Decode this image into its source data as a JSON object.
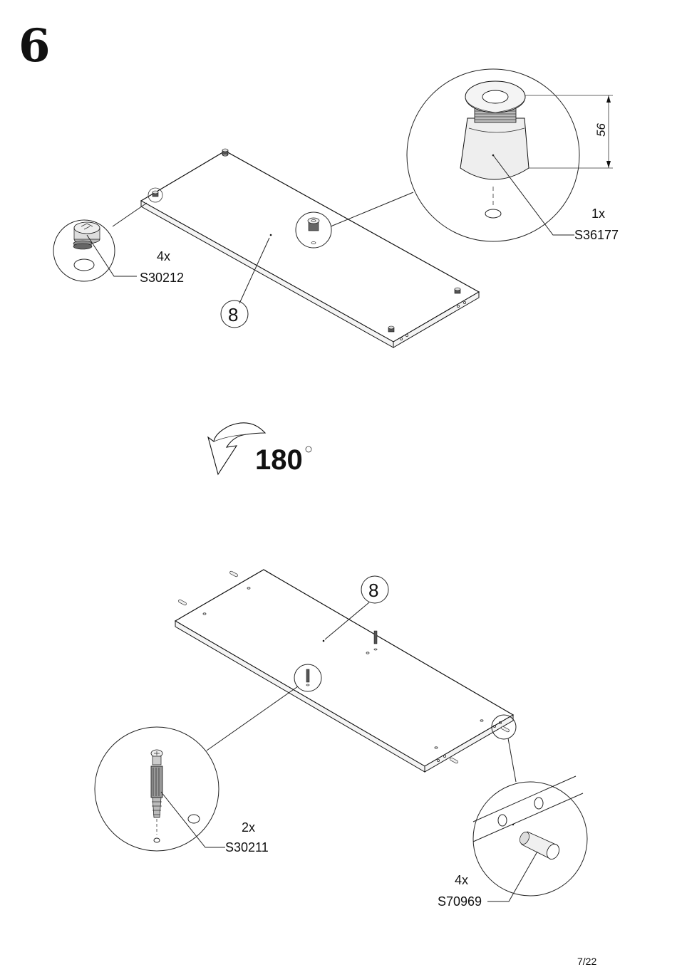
{
  "step_number": "6",
  "rotation": {
    "value": "180",
    "unit_symbol": "°"
  },
  "top_view": {
    "panel_label": "8",
    "callouts": [
      {
        "quantity": "4x",
        "part_number": "S30212",
        "icon": "cam-lock-fitting-icon"
      },
      {
        "quantity": "1x",
        "part_number": "S36177",
        "icon": "adjustable-foot-icon",
        "dimension": "56"
      }
    ]
  },
  "bottom_view": {
    "panel_label": "8",
    "callouts": [
      {
        "quantity": "2x",
        "part_number": "S30211",
        "icon": "cam-bolt-icon"
      },
      {
        "quantity": "4x",
        "part_number": "S70969",
        "icon": "wooden-dowel-icon"
      }
    ]
  },
  "page_number": "7/22"
}
